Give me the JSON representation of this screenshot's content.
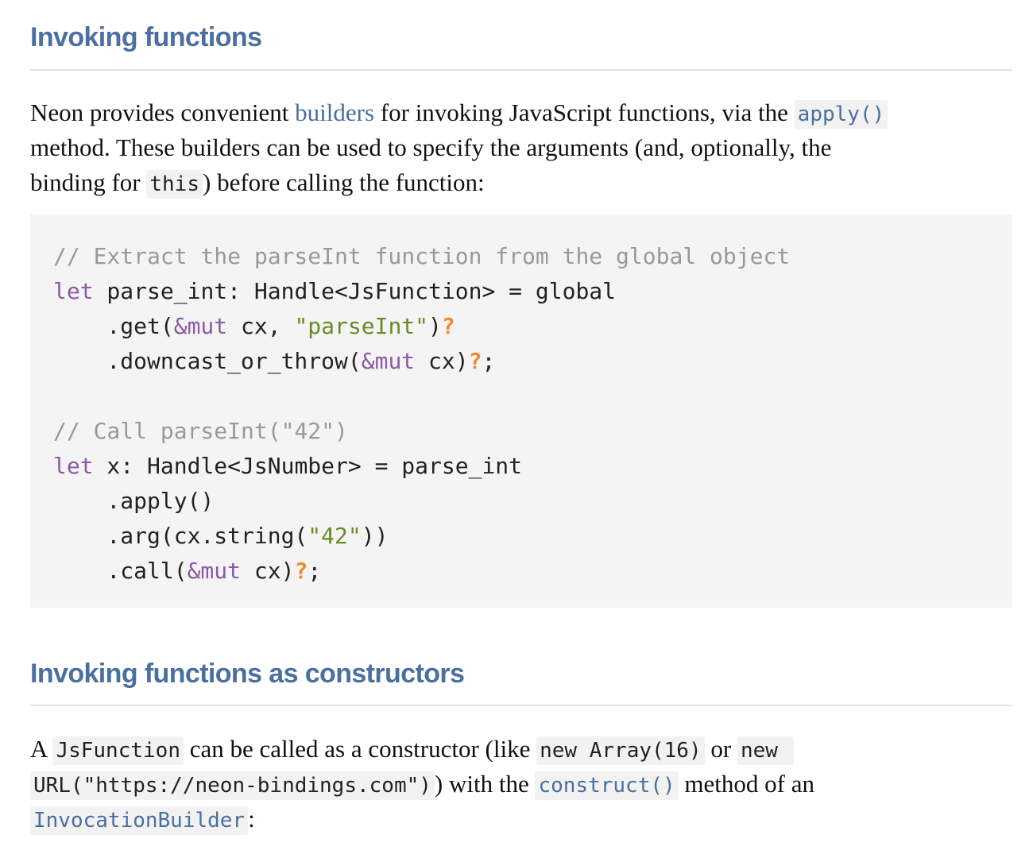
{
  "section1": {
    "heading": "Invoking functions",
    "paragraph": {
      "t1": "Neon provides convenient ",
      "link_builders": "builders",
      "t2": " for invoking JavaScript functions, via the ",
      "code_apply": "apply()",
      "t3": "method. These builders can be used to specify the arguments (and, optionally, the",
      "t4": "binding for ",
      "code_this": "this",
      "t5": ") before calling the function:"
    },
    "code_lines": [
      "// Extract the parseInt function from the global object",
      "let parse_int: Handle<JsFunction> = global",
      "    .get(&mut cx, \"parseInt\")?",
      "    .downcast_or_throw(&mut cx)?;",
      "",
      "// Call parseInt(\"42\")",
      "let x: Handle<JsNumber> = parse_int",
      "    .apply()",
      "    .arg(cx.string(\"42\"))",
      "    .call(&mut cx)?;"
    ]
  },
  "section2": {
    "heading": "Invoking functions as constructors",
    "paragraph": {
      "t1": "A ",
      "code_jsfunction": "JsFunction",
      "t2": " can be called as a constructor (like ",
      "code_new_array": "new Array(16)",
      "t3": " or ",
      "code_new": "new ",
      "code_url": "URL(\"https://neon-bindings.com\")",
      "t4": ") with the ",
      "code_construct": "construct()",
      "t5": " method of an",
      "code_invocation_builder": "InvocationBuilder",
      "t6": ":"
    }
  },
  "colors": {
    "heading": "#4a6fa0",
    "link": "#4a6fa0",
    "comment": "#999999",
    "keyword": "#8c5aa6",
    "string": "#6a8a26",
    "operator": "#ee8a2b",
    "code_background": "#f4f4f4"
  }
}
